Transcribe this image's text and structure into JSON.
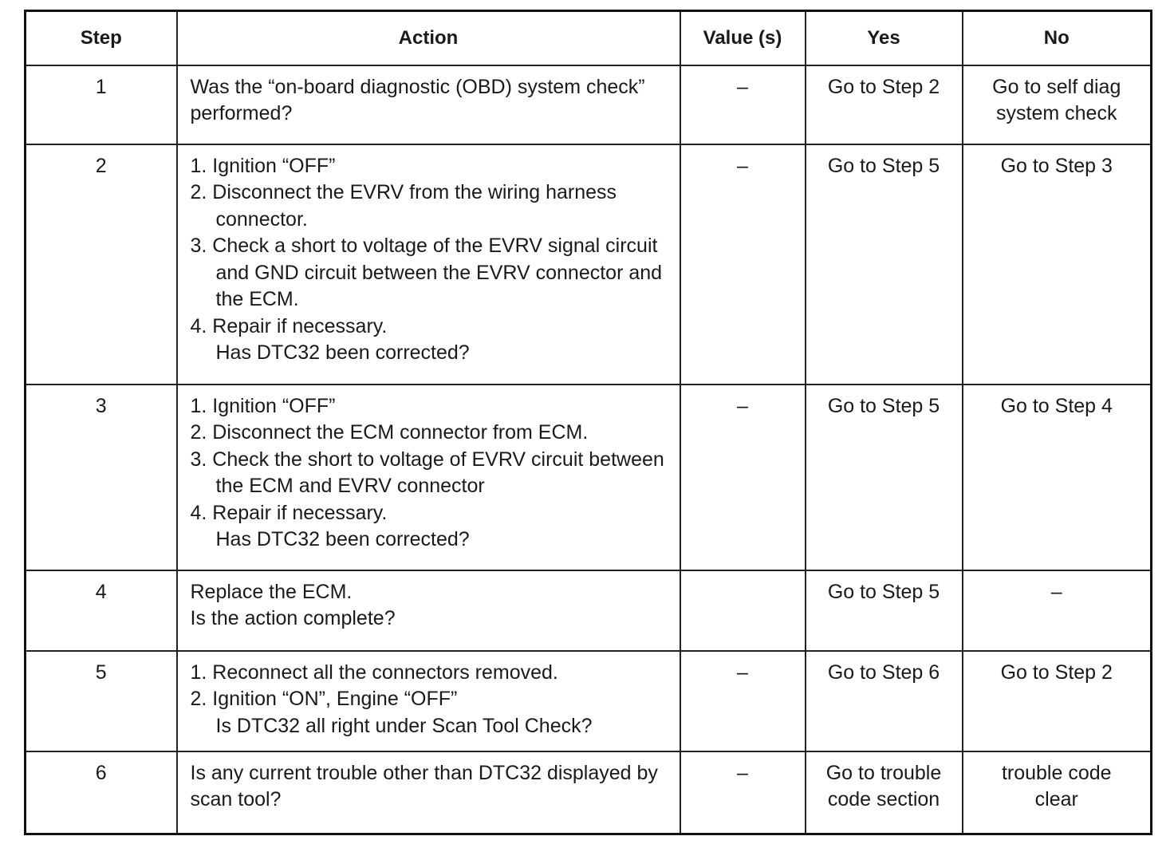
{
  "headers": {
    "step": "Step",
    "action": "Action",
    "value": "Value (s)",
    "yes": "Yes",
    "no": "No"
  },
  "rows": [
    {
      "step": "1",
      "action_text": "Was the “on-board diagnostic (OBD) system check” performed?",
      "value": "–",
      "yes": "Go to Step 2",
      "no_lines": [
        "Go to self diag",
        "system check"
      ]
    },
    {
      "step": "2",
      "items": [
        "1. Ignition “OFF”",
        "2. Disconnect the EVRV from the wiring harness connector.",
        "3. Check a short to voltage of the EVRV signal circuit and GND circuit between the EVRV connector and the ECM.",
        "4. Repair if necessary."
      ],
      "question": "Has DTC32 been corrected?",
      "value": "–",
      "yes": "Go to Step 5",
      "no": "Go to Step 3"
    },
    {
      "step": "3",
      "items": [
        "1. Ignition “OFF”",
        "2. Disconnect the ECM connector from ECM.",
        "3. Check the short to voltage of EVRV circuit between the ECM and EVRV connector",
        "4. Repair if necessary."
      ],
      "question": "Has DTC32 been corrected?",
      "value": "–",
      "yes": "Go to Step 5",
      "no": "Go to Step 4"
    },
    {
      "step": "4",
      "action_lines": [
        "Replace the ECM.",
        "Is the action complete?"
      ],
      "value": "",
      "yes": "Go to Step 5",
      "no": "–"
    },
    {
      "step": "5",
      "items": [
        "1. Reconnect all the connectors removed.",
        "2. Ignition “ON”, Engine “OFF”"
      ],
      "question": "Is DTC32 all right under Scan Tool Check?",
      "value": "–",
      "yes": "Go to Step 6",
      "no": "Go to Step 2"
    },
    {
      "step": "6",
      "action_text": "Is any current trouble other than DTC32 displayed by scan tool?",
      "value": "–",
      "yes_lines": [
        "Go to trouble",
        "code section"
      ],
      "no_lines": [
        "trouble code",
        "clear"
      ]
    }
  ]
}
